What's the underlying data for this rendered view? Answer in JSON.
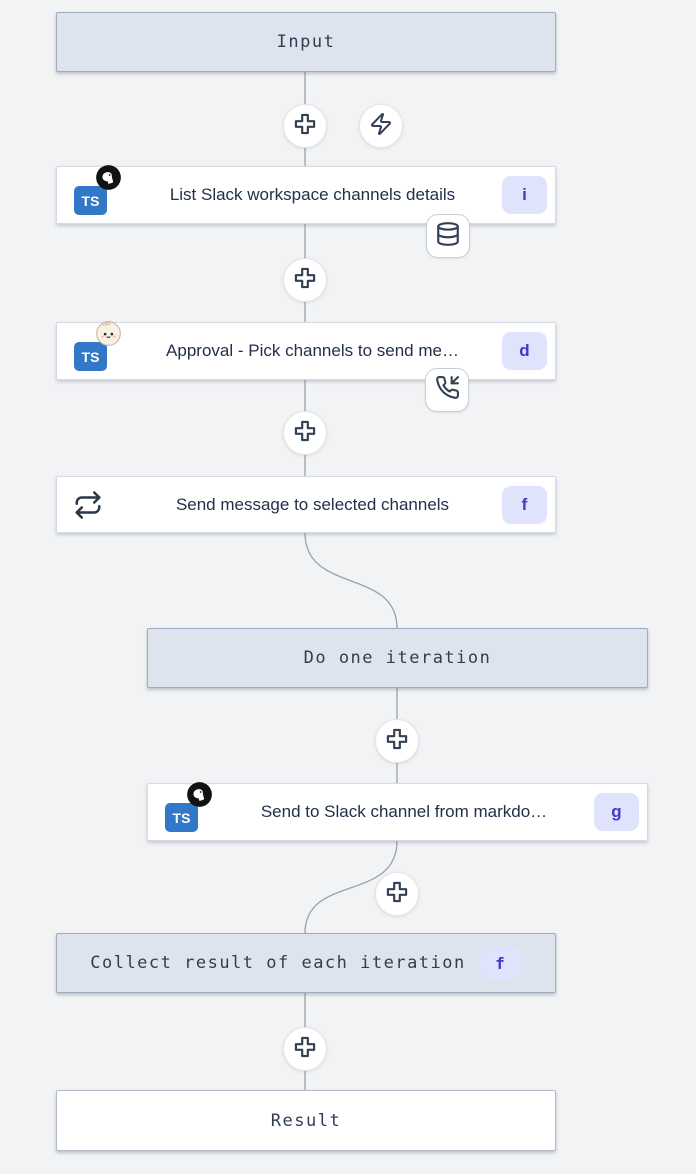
{
  "flow": {
    "input_label": "Input",
    "ts_icon_label": "TS",
    "steps": [
      {
        "label": "List Slack workspace channels details",
        "badge": "i",
        "runtime_icon": "deno-icon",
        "attachment_icon": "database-icon"
      },
      {
        "label": "Approval - Pick channels to send me…",
        "badge": "d",
        "runtime_icon": "bun-icon",
        "attachment_icon": "phone-incoming-icon"
      },
      {
        "label": "Send message to selected channels",
        "badge": "f",
        "kind_icon": "repeat-icon"
      },
      {
        "label": "Send to Slack channel from markdo…",
        "badge": "g",
        "runtime_icon": "deno-icon"
      }
    ],
    "loop_iteration_label": "Do one iteration",
    "collect_label": "Collect result of each iteration",
    "collect_badge": "f",
    "result_label": "Result"
  },
  "icons": {
    "insert_step": "plus-icon",
    "trigger": "zap-icon",
    "cache": "database-icon",
    "suspend": "phone-incoming-icon",
    "forloop": "repeat-icon"
  },
  "colors": {
    "canvas_bg": "#f1f3f5",
    "header_node_bg": "#dde4ee",
    "header_node_border": "#9fabbc",
    "node_bg": "#ffffff",
    "node_border": "#d7dbe0",
    "edge": "#9aa1ab",
    "badge_bg": "#dfe3fb",
    "badge_text": "#4338ca",
    "icon_stroke": "#334155",
    "ts_blue": "#3178c6"
  }
}
